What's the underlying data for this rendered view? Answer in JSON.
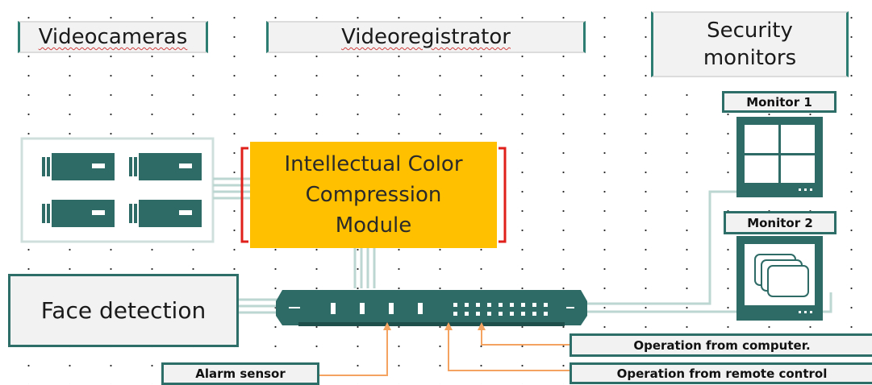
{
  "labels": {
    "videocameras": "Videocameras",
    "videoregistrator": "Videoregistrator",
    "security_monitors_line1": "Security",
    "security_monitors_line2": "monitors",
    "monitor1": "Monitor 1",
    "monitor2": "Monitor 2",
    "module_line1": "Intellectual Color",
    "module_line2": "Compression",
    "module_line3": "Module",
    "face_detection": "Face detection",
    "alarm_sensor": "Alarm sensor",
    "operation_computer": "Operation from computer.",
    "operation_remote": "Operation from remote control"
  },
  "colors": {
    "device_teal": "#2e6b66",
    "module_fill": "#ffc000",
    "module_bracket": "#e0201a",
    "wire": "#bcd6d1",
    "control_wire": "#f4a460"
  },
  "icons": [
    "camera-icon",
    "monitor-icon",
    "videoregistrator-device-icon"
  ]
}
